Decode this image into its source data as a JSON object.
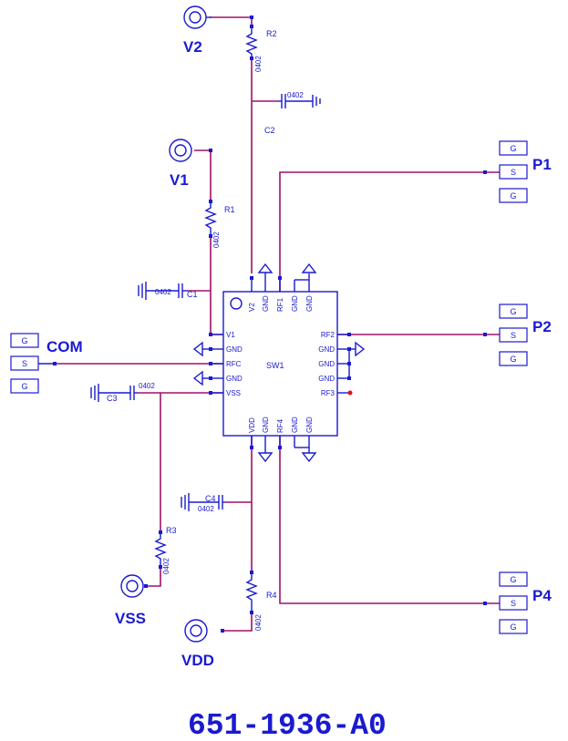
{
  "ports": {
    "v2": "V2",
    "v1": "V1",
    "vss": "VSS",
    "vdd": "VDD",
    "com": "COM",
    "p1": "P1",
    "p2": "P2",
    "p4": "P4"
  },
  "gsg": {
    "g": "G",
    "s": "S"
  },
  "components": {
    "r1": "R1",
    "r2": "R2",
    "r3": "R3",
    "r4": "R4",
    "c1": "C1",
    "c2": "C2",
    "c3": "C3",
    "c4": "C4",
    "sw": "SW1",
    "size": "0402"
  },
  "pins": {
    "v1": "V1",
    "gnd": "GND",
    "rfc": "RFC",
    "vss": "VSS",
    "rf1": "RF1",
    "rf2": "RF2",
    "rf3": "RF3",
    "rf4": "RF4",
    "v2": "V2",
    "vdd": "VDD"
  },
  "part_number": "651-1936-A0",
  "colors": {
    "wire": "#a0106a",
    "symbol": "#1a1ad0",
    "nc_dot": "#e0101a"
  }
}
